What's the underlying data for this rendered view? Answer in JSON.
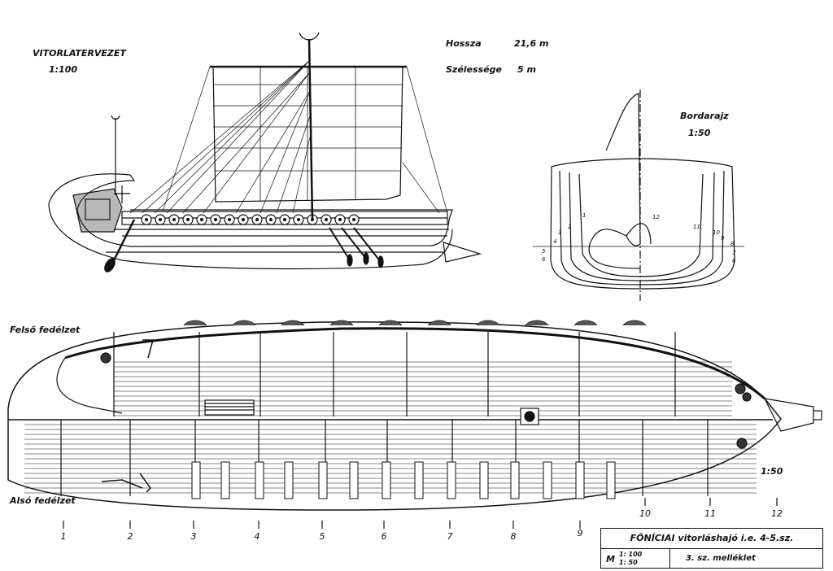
{
  "sail_plan": {
    "title": "VITORLATERVEZET",
    "scale": "1:100"
  },
  "dimensions": {
    "length_label": "Hossza",
    "length_value": "21,6 m",
    "width_label": "Szélessége",
    "width_value": "5 m"
  },
  "section_view": {
    "title": "Bordarajz",
    "scale": "1:50",
    "frame_numbers": [
      "1",
      "2",
      "3",
      "4",
      "5",
      "6",
      "12",
      "11",
      "10",
      "9",
      "8",
      "7",
      "6"
    ]
  },
  "deck_plan": {
    "upper_deck": "Felső fedélzet",
    "lower_deck": "Alsó fedélzet",
    "scale": "1:50",
    "sections": [
      "1",
      "2",
      "3",
      "4",
      "5",
      "6",
      "7",
      "8",
      "9",
      "10",
      "11",
      "12"
    ]
  },
  "title_block": {
    "title": "FÖNÍCIAI vitorláshajó  i.e. 4-5.sz.",
    "m": "M",
    "scale1": "1: 100",
    "scale2": "1: 50",
    "attachment": "3. sz. melléklet"
  }
}
